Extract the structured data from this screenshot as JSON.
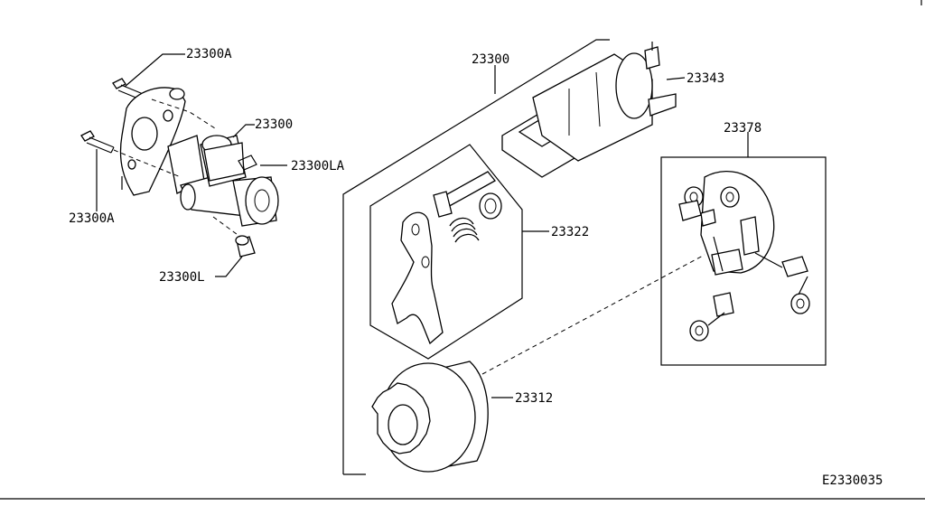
{
  "diagram": {
    "code": "E2330035",
    "labels": {
      "bolt_top": "23300A",
      "bolt_left": "23300A",
      "starter": "23300",
      "starter_la": "23300LA",
      "cap": "23300L",
      "assembly": "23300",
      "solenoid": "23343",
      "brush_holder": "23378",
      "lever_kit": "23322",
      "pinion": "23312"
    }
  }
}
